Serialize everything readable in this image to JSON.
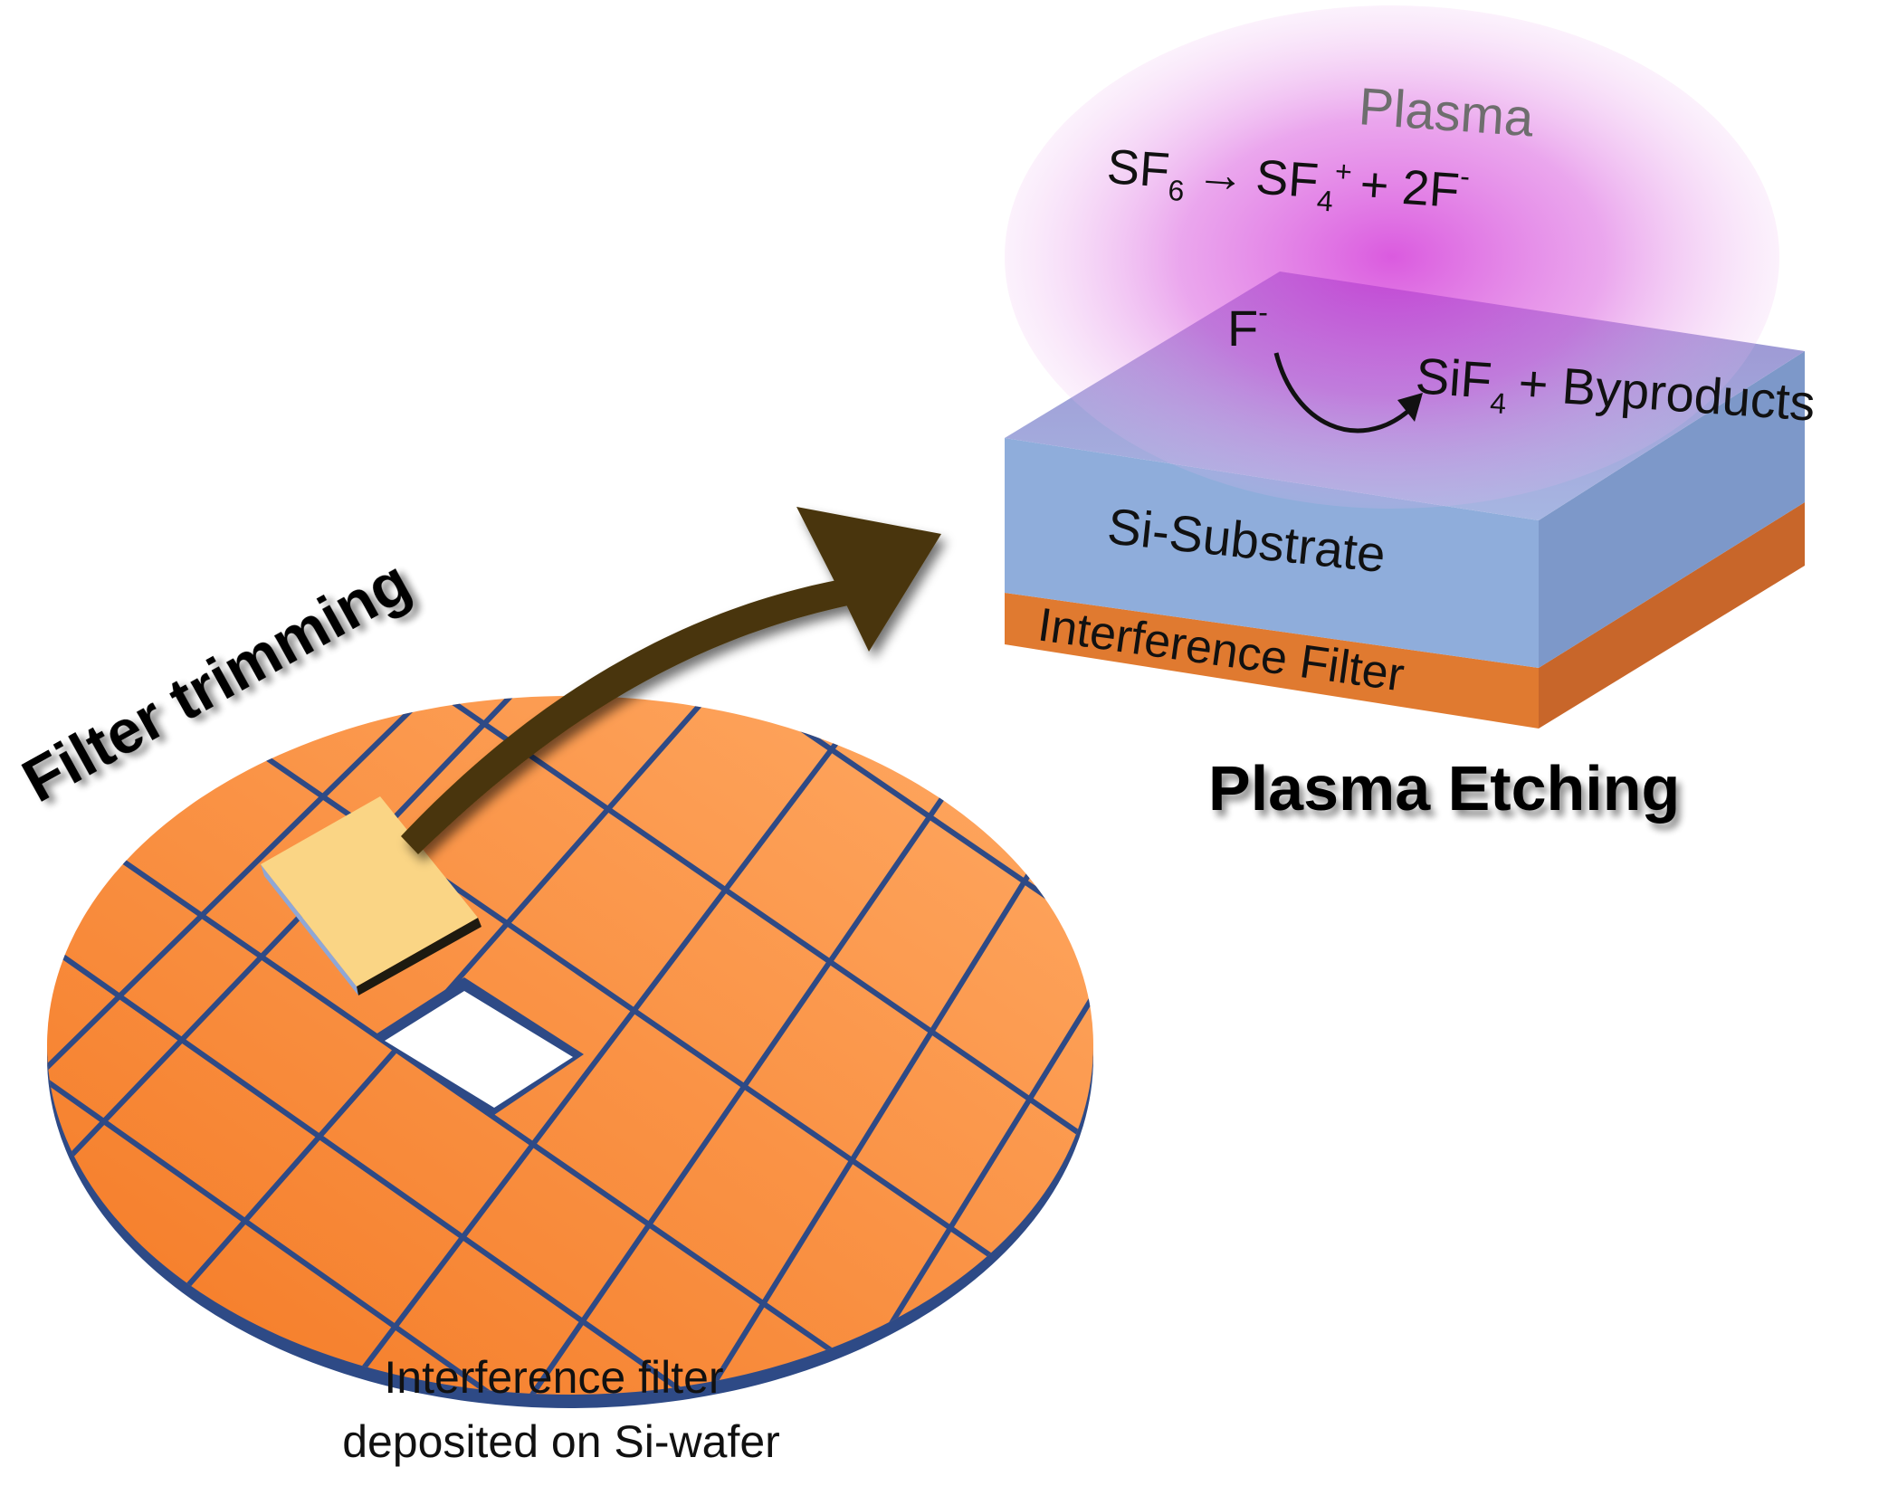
{
  "labels": {
    "filter_trimming": "Filter trimming",
    "plasma": "Plasma",
    "si_substrate": "Si-Substrate",
    "interference_filter": "Interference Filter",
    "plasma_etching": "Plasma Etching",
    "wafer_caption_line1": "Interference filter",
    "wafer_caption_line2": "deposited on Si-wafer"
  },
  "reaction": {
    "sf6_base": "SF",
    "sf6_sub": "6",
    "arrow": "→",
    "sf4_base": "SF",
    "sf4_sub": "4",
    "sf4_sup": "+",
    "plus_2f": "+ 2F",
    "f_minus": "-",
    "f_ion_base": "F",
    "f_ion_sup": "-",
    "sif4_base": "SiF",
    "sif4_sub": "4",
    "byproducts": "+ Byproducts"
  },
  "colors": {
    "wafer_orange": "#F68B3C",
    "wafer_edge_blue": "#2E4A86",
    "die_yellow": "#FAD585",
    "substrate_blue": "#8FADDB",
    "filter_layer_orange": "#E07A30",
    "plasma_magenta": "#D246D8",
    "arrow_brown": "#4A3608"
  }
}
